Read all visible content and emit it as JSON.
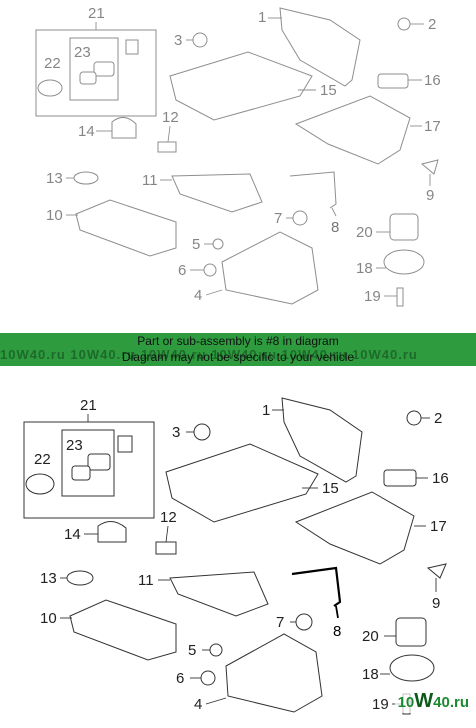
{
  "banner": {
    "line1": "Part or sub-assembly is #8 in diagram",
    "line2": "Diagram may not be specific to your vehicle",
    "watermark": "10W40.ru 10W40.ru 10W40.ru 10W40.ru 10W40.ru 10W40.ru"
  },
  "logo": {
    "prefix": "10",
    "w": "W",
    "suffix": "40.ru"
  },
  "highlight_color": "#000000",
  "callouts": {
    "c1": "1",
    "c2": "2",
    "c3": "3",
    "c4": "4",
    "c5": "5",
    "c6": "6",
    "c7": "7",
    "c8": "8",
    "c9": "9",
    "c10": "10",
    "c11": "11",
    "c12": "12",
    "c13": "13",
    "c14": "14",
    "c15": "15",
    "c16": "16",
    "c17": "17",
    "c18": "18",
    "c19": "19",
    "c20": "20",
    "c21": "21",
    "c22": "22",
    "c23": "23"
  },
  "highlighted_part": "8"
}
